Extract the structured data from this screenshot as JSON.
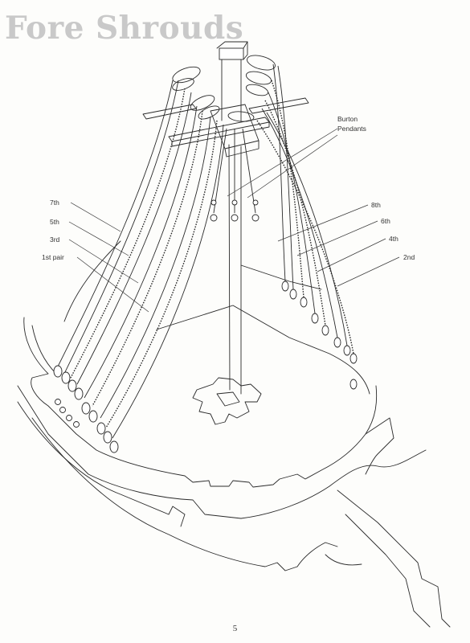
{
  "page": {
    "title": "Fore Shrouds",
    "page_number": "5"
  },
  "labels": {
    "burton": [
      "Burton",
      "Pendants"
    ],
    "left": [
      "7th",
      "5th",
      "3rd",
      "1st pair"
    ],
    "right": [
      "8th",
      "6th",
      "4th",
      "2nd"
    ]
  },
  "colors": {
    "title_gray": "#c9c9c9",
    "ink": "#2a2a2a",
    "paper": "#fdfdfb"
  }
}
